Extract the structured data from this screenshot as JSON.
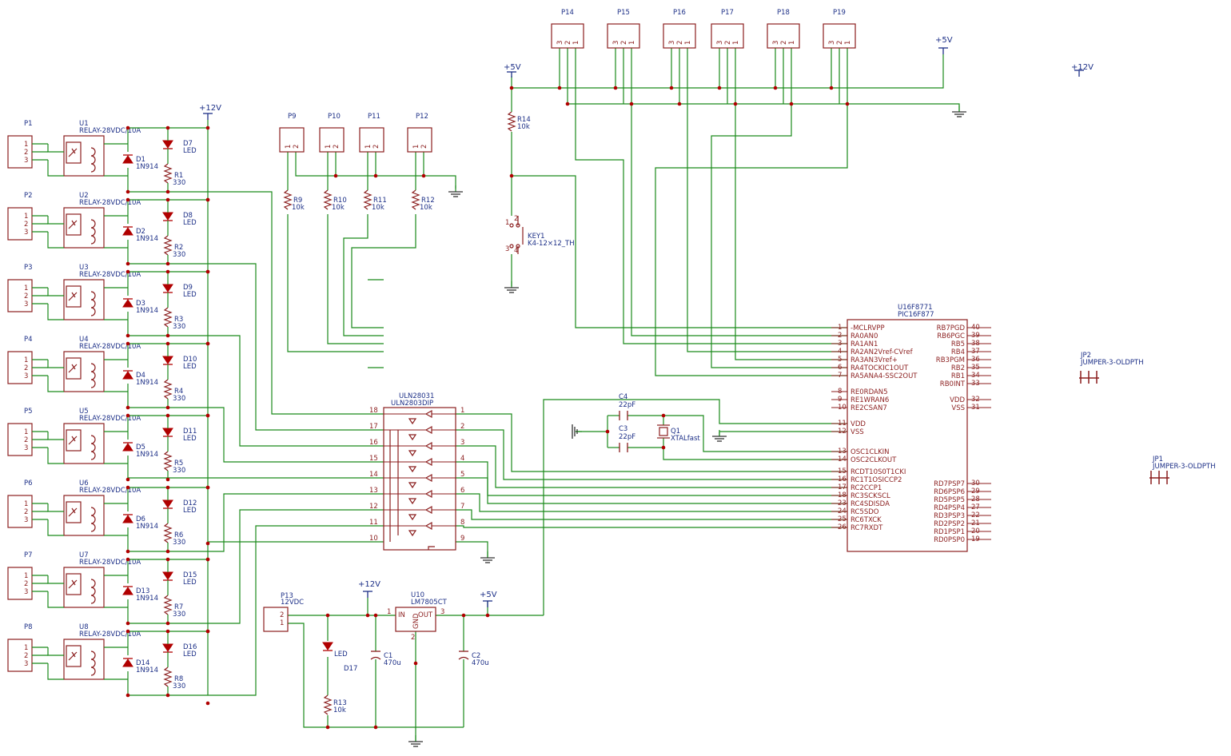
{
  "title": "",
  "power_labels": {
    "v12": "+12V",
    "v5": "+5V"
  },
  "relay_rows": [
    {
      "conn": "P1",
      "relay": "U1",
      "diode": "D1",
      "led": "D7",
      "res": "R1"
    },
    {
      "conn": "P2",
      "relay": "U2",
      "diode": "D2",
      "led": "D8",
      "res": "R2"
    },
    {
      "conn": "P3",
      "relay": "U3",
      "diode": "D3",
      "led": "D9",
      "res": "R3"
    },
    {
      "conn": "P4",
      "relay": "U4",
      "diode": "D4",
      "led": "D10",
      "res": "R4"
    },
    {
      "conn": "P5",
      "relay": "U5",
      "diode": "D5",
      "led": "D11",
      "res": "R5"
    },
    {
      "conn": "P6",
      "relay": "U6",
      "diode": "D6",
      "led": "D12",
      "res": "R6"
    },
    {
      "conn": "P7",
      "relay": "U7",
      "diode": "D13",
      "led": "D15",
      "res": "R7"
    },
    {
      "conn": "P8",
      "relay": "U8",
      "diode": "D14",
      "led": "D16",
      "res": "R8"
    }
  ],
  "relay_value": "RELAY-28VDC/10A",
  "diode_value": "1N914",
  "led_value": "LED",
  "r330": "330",
  "r10k": "10k",
  "pin_labels_3": [
    "1",
    "2",
    "3"
  ],
  "pin_labels_2": [
    "1",
    "2"
  ],
  "pin_labels_321": [
    "3",
    "2",
    "1"
  ],
  "top_connectors": [
    "P9",
    "P10",
    "P11",
    "P12"
  ],
  "top_resistors": [
    "R9",
    "R10",
    "R11",
    "R12"
  ],
  "servo_connectors": [
    "P14",
    "P15",
    "P16",
    "P17",
    "P18",
    "P19"
  ],
  "r14": {
    "ref": "R14",
    "val": "10k"
  },
  "key": {
    "ref": "KEY1",
    "val": "K4-12×12_TH",
    "pins": [
      "1",
      "2",
      "3",
      "4"
    ]
  },
  "uln": {
    "ref": "ULN28031",
    "val": "ULN2803DIP",
    "left_pins": [
      "18",
      "17",
      "16",
      "15",
      "14",
      "13",
      "12",
      "11",
      "10"
    ],
    "right_pins": [
      "1",
      "2",
      "3",
      "4",
      "5",
      "6",
      "7",
      "8",
      "9"
    ]
  },
  "pic": {
    "ref": "U16F8771",
    "val": "PIC16F877",
    "left": [
      {
        "n": "1",
        "s": "-MCLRVPP"
      },
      {
        "n": "2",
        "s": "RA0AN0"
      },
      {
        "n": "3",
        "s": "RA1AN1"
      },
      {
        "n": "4",
        "s": "RA2AN2Vref-CVref"
      },
      {
        "n": "5",
        "s": "RA3AN3Vref+"
      },
      {
        "n": "6",
        "s": "RA4TOCKIC1OUT"
      },
      {
        "n": "7",
        "s": "RA5ANA4-SSC2OUT"
      },
      {
        "n": "8",
        "s": "RE0RDAN5"
      },
      {
        "n": "9",
        "s": "RE1WRAN6"
      },
      {
        "n": "10",
        "s": "RE2CSAN7"
      },
      {
        "n": "11",
        "s": "VDD"
      },
      {
        "n": "12",
        "s": "VSS"
      },
      {
        "n": "13",
        "s": "OSC1CLKIN"
      },
      {
        "n": "14",
        "s": "OSC2CLKOUT"
      },
      {
        "n": "15",
        "s": "RCDT10S0T1CKI"
      },
      {
        "n": "16",
        "s": "RC1T1OSICCP2"
      },
      {
        "n": "17",
        "s": "RC2CCP1"
      },
      {
        "n": "18",
        "s": "RC3SCKSCL"
      },
      {
        "n": "23",
        "s": "RC4SDISDA"
      },
      {
        "n": "24",
        "s": "RC5SDO"
      },
      {
        "n": "25",
        "s": "RC6TXCK"
      },
      {
        "n": "26",
        "s": "RC7RXDT"
      }
    ],
    "right": [
      {
        "n": "40",
        "s": "RB7PGD"
      },
      {
        "n": "39",
        "s": "RB6PGC"
      },
      {
        "n": "38",
        "s": "RB5"
      },
      {
        "n": "37",
        "s": "RB4"
      },
      {
        "n": "36",
        "s": "RB3PGM"
      },
      {
        "n": "35",
        "s": "RB2"
      },
      {
        "n": "34",
        "s": "RB1"
      },
      {
        "n": "33",
        "s": "RB0INT"
      },
      {
        "n": "32",
        "s": "VDD"
      },
      {
        "n": "31",
        "s": "VSS"
      },
      {
        "n": "30",
        "s": "RD7PSP7"
      },
      {
        "n": "29",
        "s": "RD6PSP6"
      },
      {
        "n": "28",
        "s": "RD5PSP5"
      },
      {
        "n": "27",
        "s": "RD4PSP4"
      },
      {
        "n": "22",
        "s": "RD3PSP3"
      },
      {
        "n": "21",
        "s": "RD2PSP2"
      },
      {
        "n": "20",
        "s": "RD1PSP1"
      },
      {
        "n": "19",
        "s": "RD0PSP0"
      }
    ]
  },
  "crystal": {
    "c4": "C4",
    "c3": "C3",
    "cval": "22pF",
    "q": "Q1",
    "qval": "XTALfast"
  },
  "jumpers": [
    {
      "ref": "JP2",
      "val": "JUMPER-3-OLDPTH"
    },
    {
      "ref": "JP1",
      "val": "JUMPER-3-OLDPTH"
    }
  ],
  "supply": {
    "p13": "P13",
    "p13val": "12VDC",
    "u10": "U10",
    "u10val": "LM7805CT",
    "in": "IN",
    "out": "OUT",
    "gnd": "GND",
    "c1": "C1",
    "c2": "C2",
    "cval": "470u",
    "d17": "D17",
    "r13": "R13",
    "r13val": "10k",
    "pin_in": "1",
    "pin_out": "3",
    "pin_gnd": "2"
  }
}
